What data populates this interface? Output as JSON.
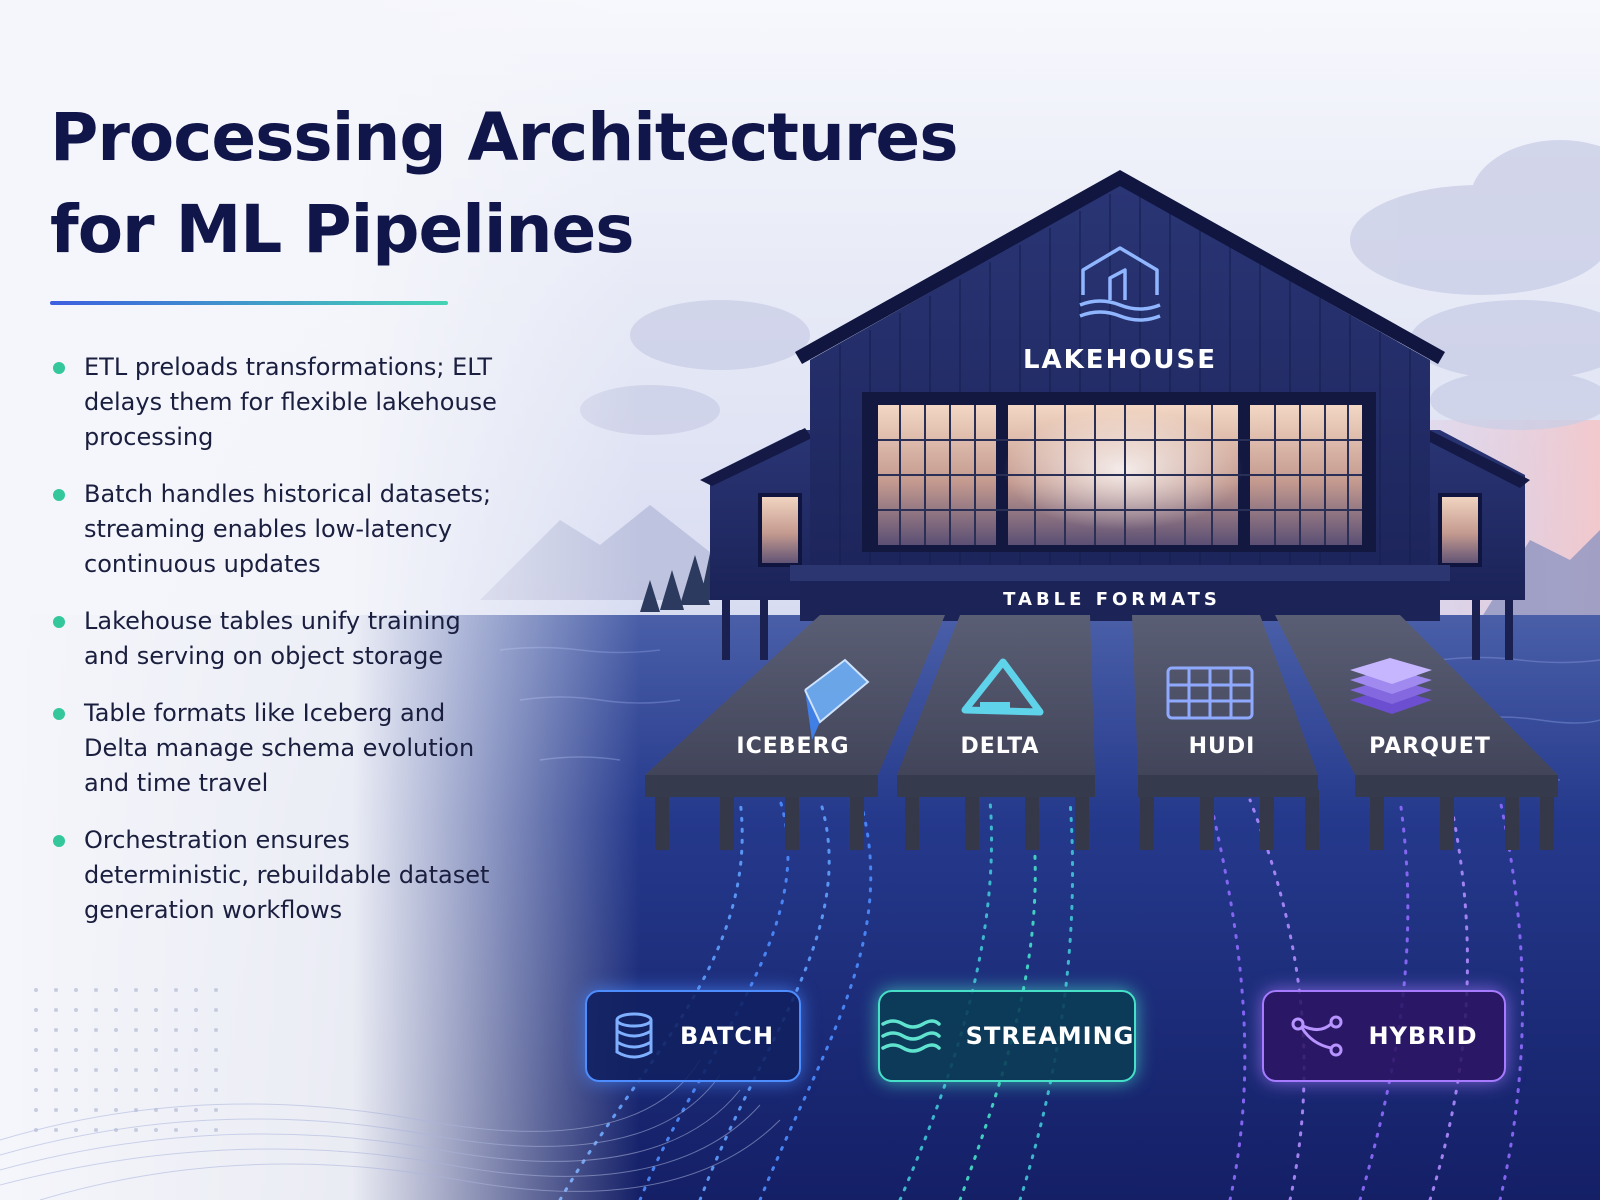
{
  "title_lines": [
    "Processing Architectures",
    "for ML Pipelines"
  ],
  "bullets": [
    {
      "text": "ETL preloads transformations; ELT delays them for flexible lakehouse processing"
    },
    {
      "text": "Batch handles historical datasets; streaming enables low-latency continuous updates"
    },
    {
      "text": "Lakehouse tables unify training and serving on object storage"
    },
    {
      "text": "Table formats like Iceberg and Delta manage schema evolution and time travel"
    },
    {
      "text": "Orchestration ensures deterministic, rebuildable dataset generation workflows"
    }
  ],
  "lakehouse": {
    "sign": "LAKEHOUSE",
    "section_label": "TABLE FORMATS"
  },
  "table_formats": [
    {
      "label": "ICEBERG",
      "icon": "iceberg-icon"
    },
    {
      "label": "DELTA",
      "icon": "delta-icon"
    },
    {
      "label": "HUDI",
      "icon": "hudi-grid-icon"
    },
    {
      "label": "PARQUET",
      "icon": "parquet-layers-icon"
    }
  ],
  "modes": [
    {
      "label": "BATCH",
      "icon": "database-icon",
      "color": "#4d8dff"
    },
    {
      "label": "STREAMING",
      "icon": "waves-icon",
      "color": "#46e0c8"
    },
    {
      "label": "HYBRID",
      "icon": "branch-icon",
      "color": "#a67bff"
    }
  ],
  "colors": {
    "title": "#10154a",
    "bullet_dot": "#34c79c",
    "wood": "#1f2a5c",
    "water": "#1a2f7a"
  }
}
